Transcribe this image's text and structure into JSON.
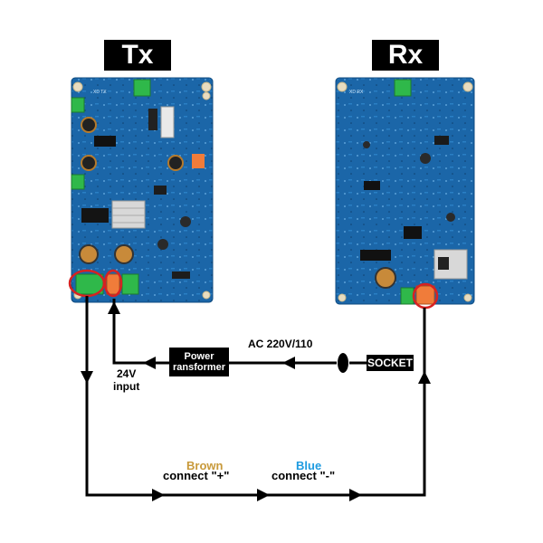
{
  "labels": {
    "tx": "Tx",
    "rx": "Rx",
    "power_line1": "Power",
    "power_line2": "ransformer",
    "ac": "AC 220V/110",
    "socket": "SOCKET",
    "input_line1": "24V",
    "input_line2": "input",
    "brown": "Brown",
    "blue": "Blue",
    "connect_plus": "connect  \"+\"",
    "connect_minus": "connect  \"-\""
  },
  "boards": {
    "tx_silk": "XD  TX",
    "rx_silk": "XD  RX"
  },
  "colors": {
    "pcb": "#1b66a8",
    "brown_text": "#c8993a",
    "blue_text": "#1e9be0",
    "terminal_green": "#2fb84a",
    "terminal_orange": "#f07c3a",
    "highlight_red": "#d62222"
  }
}
